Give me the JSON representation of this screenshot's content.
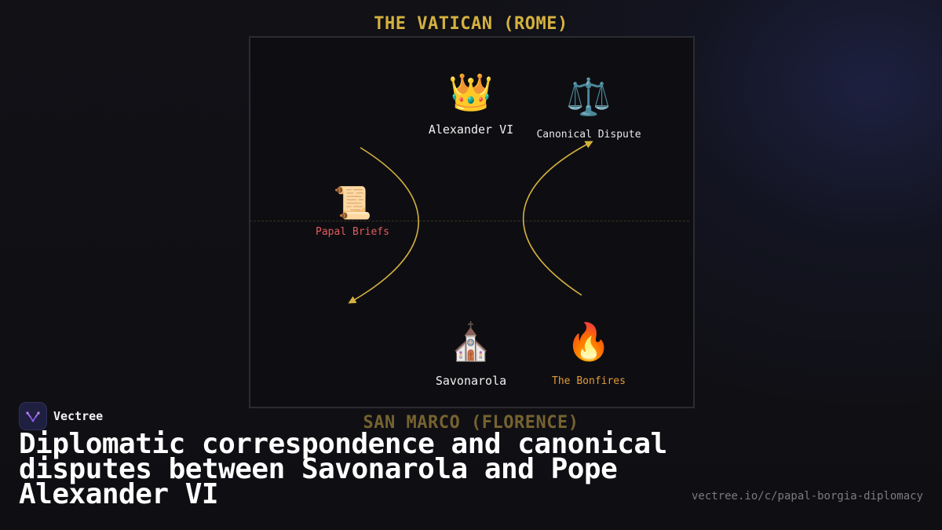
{
  "diagram": {
    "top_title": "THE VATICAN (ROME)",
    "bottom_title": "SAN MARCO (FLORENCE)",
    "nodes": {
      "alexander": {
        "icon": "crown-icon",
        "glyph": "👑",
        "label": "Alexander VI"
      },
      "canonical": {
        "icon": "balance-scale-icon",
        "glyph": "⚖️",
        "label": "Canonical Dispute"
      },
      "briefs": {
        "icon": "scroll-icon",
        "glyph": "📜",
        "label": "Papal Briefs"
      },
      "savonarola": {
        "icon": "church-icon",
        "glyph": "⛪",
        "label": "Savonarola"
      },
      "bonfires": {
        "icon": "fire-icon",
        "glyph": "🔥",
        "label": "The Bonfires"
      }
    },
    "colors": {
      "accent_gold": "#d4b13f",
      "briefs_red": "#e05b5b",
      "bonfires_orange": "#e39a3a",
      "arrow": "#d4b13f"
    }
  },
  "footer": {
    "brand_name": "Vectree",
    "brand_icon": "vectree-logo-icon",
    "headline": "Diplomatic correspondence and canonical disputes between Savonarola and Pope Alexander VI",
    "url": "vectree.io/c/papal-borgia-diplomacy"
  }
}
